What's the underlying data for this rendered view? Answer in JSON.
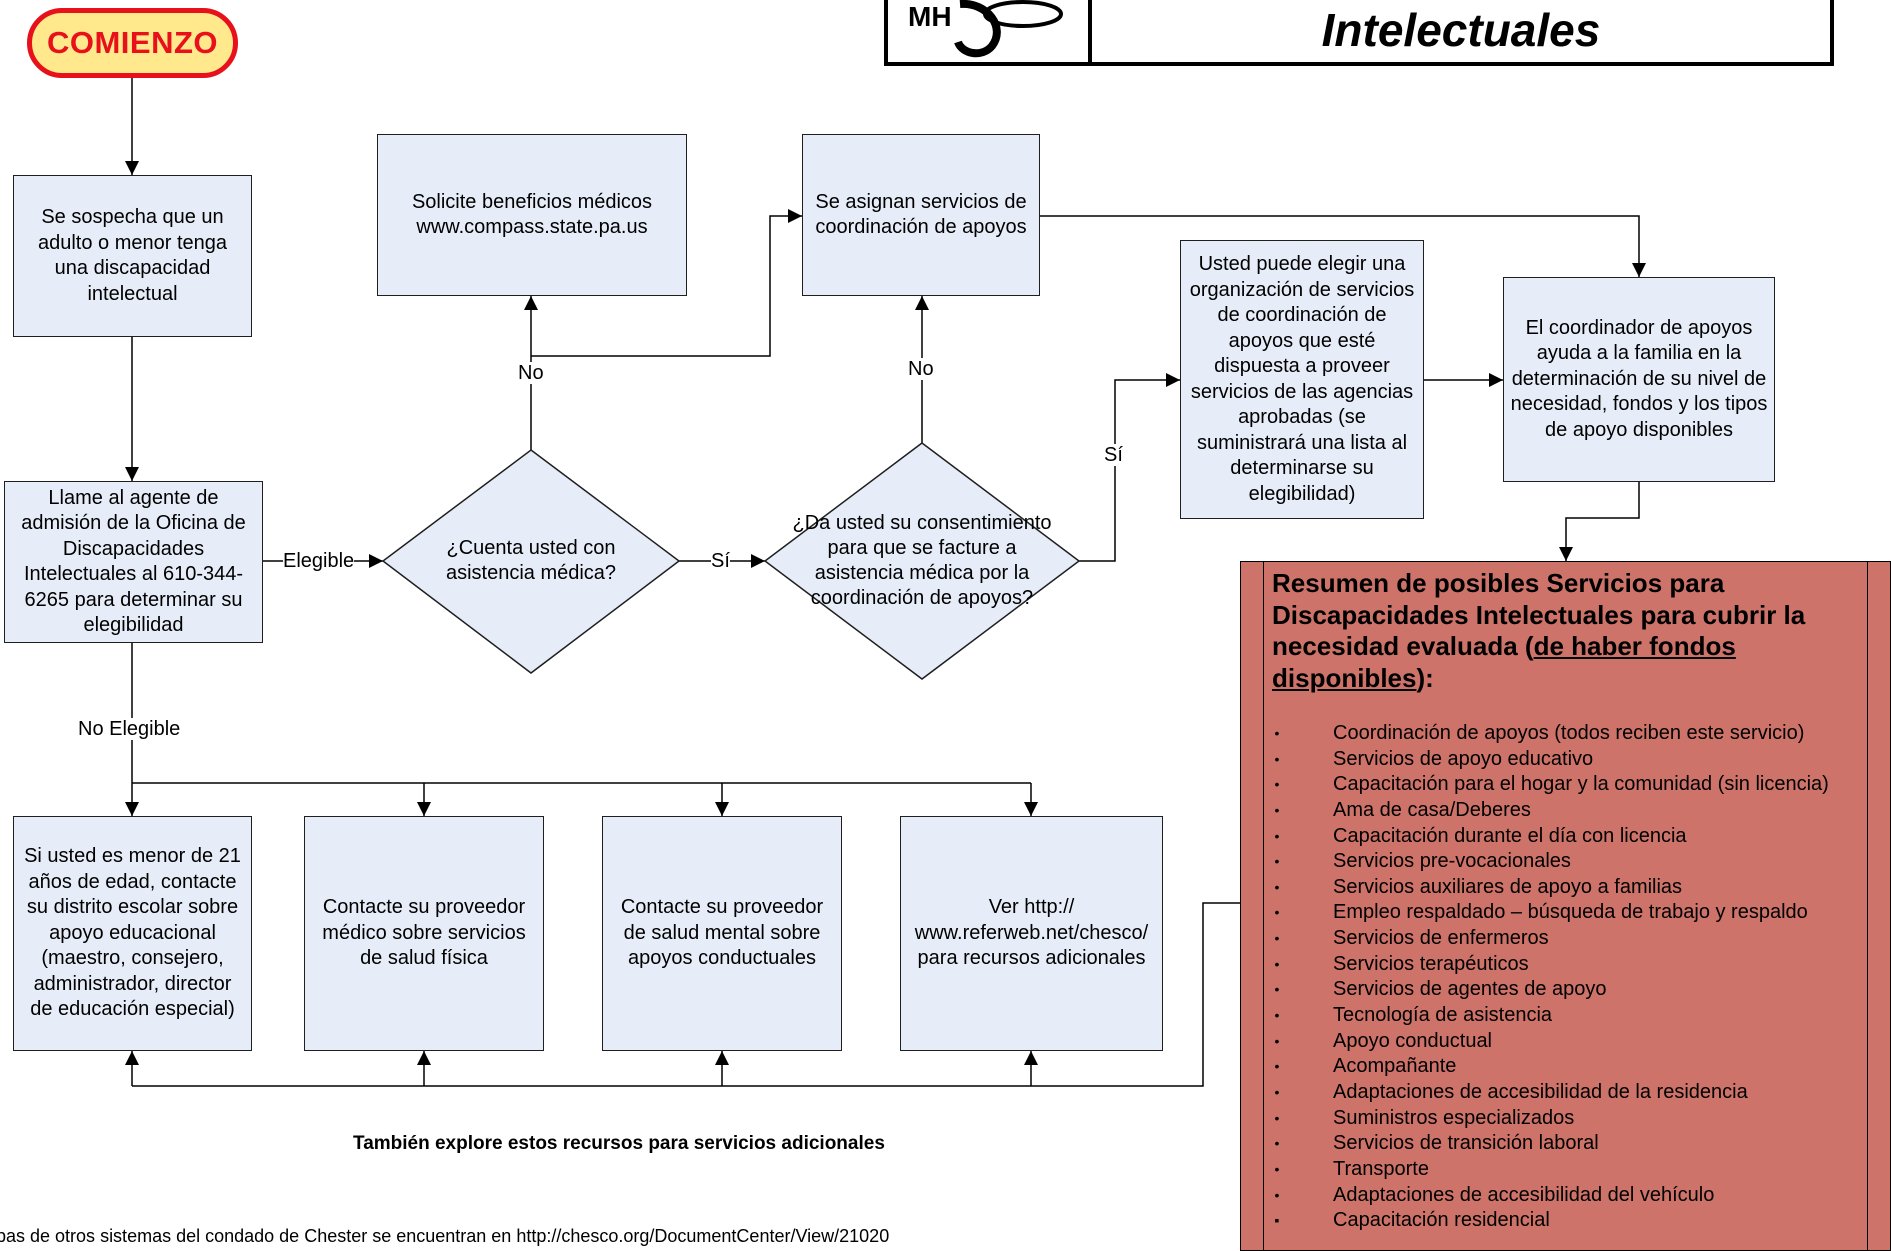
{
  "start_label": "COMIENZO",
  "header": {
    "logo_text": "MH",
    "title": "Intelectuales"
  },
  "boxes": {
    "suspect": "Se sospecha que un adulto o menor tenga una discapacidad intelectual",
    "call_intake": "Llame al agente de admisión de la Oficina de Discapacidades Intelectuales al 610-344-6265 para determinar su elegibilidad",
    "apply_benefits": "Solicite beneficios médicos www.compass.state.pa.us",
    "assign_coordination": "Se asignan servicios de coordinación de apoyos",
    "choose_org": "Usted puede elegir una organización de servicios de coordinación de apoyos que esté dispuesta a proveer servicios de las agencias aprobadas (se suministrará una lista al determinarse su elegibilidad)",
    "coordinator_helps": "El coordinador de apoyos ayuda a la familia en la determinación de su nivel de necesidad, fondos y los tipos de apoyo disponibles",
    "under21": "Si usted es menor de 21 años de edad, contacte su distrito escolar sobre apoyo educacional (maestro, consejero, administrador, director de educación especial)",
    "medical_provider": "Contacte su proveedor médico sobre servicios de salud física",
    "mental_health": "Contacte su proveedor de salud mental sobre apoyos conductuales",
    "referweb": "Ver http:// www.referweb.net/chesco/ para recursos adicionales"
  },
  "decisions": {
    "medical_assistance": "¿Cuenta usted con asistencia médica?",
    "consent": "¿Da usted su consentimiento para que se facture a asistencia médica por la coordinación de apoyos?"
  },
  "edge_labels": {
    "eligible": "Elegible",
    "yes1": "Sí",
    "no1": "No",
    "no2": "No",
    "yes2": "Sí",
    "not_eligible": "No Elegible"
  },
  "summary": {
    "title_pre": "Resumen de posibles Servicios para Discapacidades Intelectuales para cubrir la necesidad evaluada (",
    "title_underlined": "de haber fondos disponibles",
    "title_post": "):",
    "items": [
      {
        "bullet": "•",
        "text": "Coordinación de apoyos (todos reciben este servicio)"
      },
      {
        "bullet": "•",
        "text": "Servicios de apoyo educativo"
      },
      {
        "bullet": "•",
        "text": "Capacitación para el hogar y la comunidad (sin licencia)"
      },
      {
        "bullet": "•",
        "text": "Ama de casa/Deberes"
      },
      {
        "bullet": "•",
        "text": "Capacitación durante el día con licencia"
      },
      {
        "bullet": "•",
        "text": "Servicios pre-vocacionales"
      },
      {
        "bullet": "•",
        "text": "Servicios auxiliares de apoyo a familias"
      },
      {
        "bullet": "•",
        "text": "Empleo respaldado – búsqueda de trabajo y respaldo"
      },
      {
        "bullet": "•",
        "text": "Servicios de enfermeros"
      },
      {
        "bullet": "•",
        "text": "Servicios terapéuticos"
      },
      {
        "bullet": "•",
        "text": "Servicios de agentes de apoyo"
      },
      {
        "bullet": "•",
        "text": "Tecnología de asistencia"
      },
      {
        "bullet": "•",
        "text": "Apoyo conductual"
      },
      {
        "bullet": "•",
        "text": "Acompañante"
      },
      {
        "bullet": "•",
        "text": "Adaptaciones de accesibilidad de la residencia"
      },
      {
        "bullet": "•",
        "text": "Suministros especializados"
      },
      {
        "bullet": "•",
        "text": "Servicios de transición laboral"
      },
      {
        "bullet": "•",
        "text": "Transporte"
      },
      {
        "bullet": "•",
        "text": "Adaptaciones de accesibilidad del vehículo"
      },
      {
        "bullet": "▪",
        "text": "Capacitación residencial"
      }
    ]
  },
  "also_explore": "También explore estos recursos para servicios adicionales",
  "footer": "pas de otros sistemas del condado de Chester se encuentran en http://chesco.org/DocumentCenter/View/21020"
}
